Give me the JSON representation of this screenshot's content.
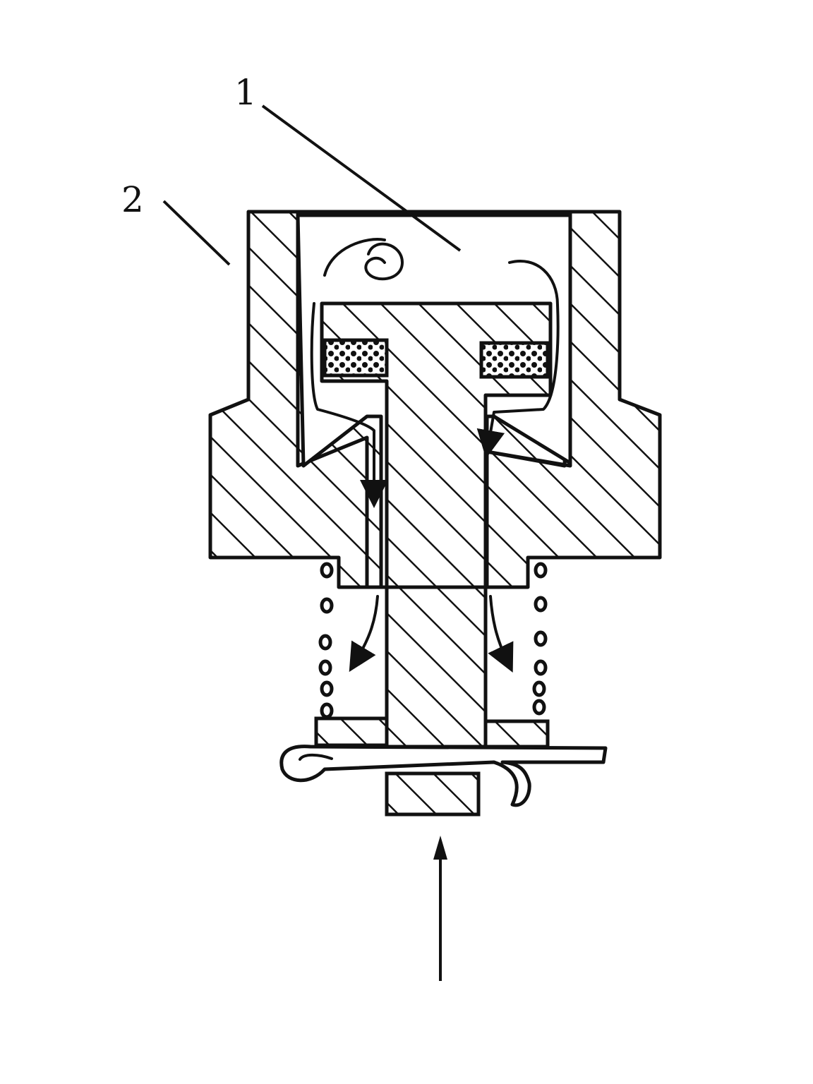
{
  "diagram": {
    "labels": [
      {
        "id": "label-1",
        "text": "1"
      },
      {
        "id": "label-2",
        "text": "2"
      }
    ],
    "colors": {
      "ink": "#111111",
      "background": "#ffffff"
    },
    "components": [
      "valve-body-housing",
      "valve-cavity",
      "valve-stem-t-piston",
      "seal-insert-left",
      "seal-insert-right",
      "compression-spring",
      "spring-washer-left",
      "spring-washer-right",
      "cotter-pin",
      "push-rod",
      "actuation-arrow",
      "flow-path-arrows"
    ]
  }
}
